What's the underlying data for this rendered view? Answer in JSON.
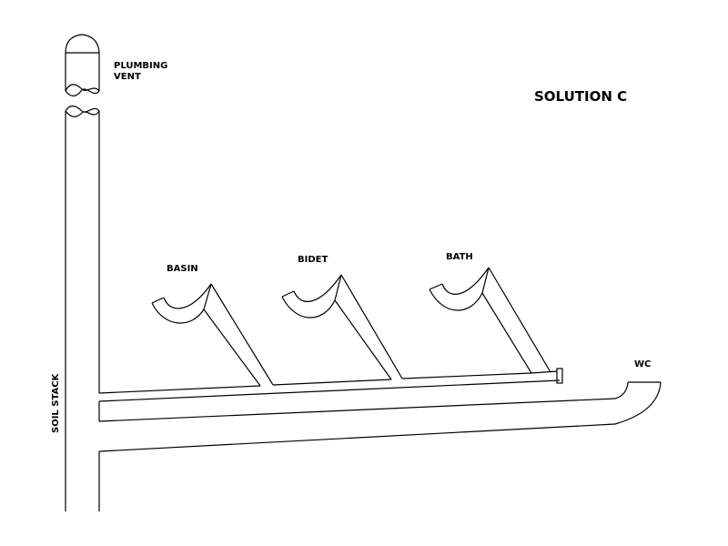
{
  "diagram": {
    "title": "SOLUTION C",
    "labels": {
      "vent_line1": "PLUMBING",
      "vent_line2": "VENT",
      "soil_stack": "SOIL STACK",
      "basin": "BASIN",
      "bidet": "BIDET",
      "bath": "BATH",
      "wc": "WC"
    }
  }
}
